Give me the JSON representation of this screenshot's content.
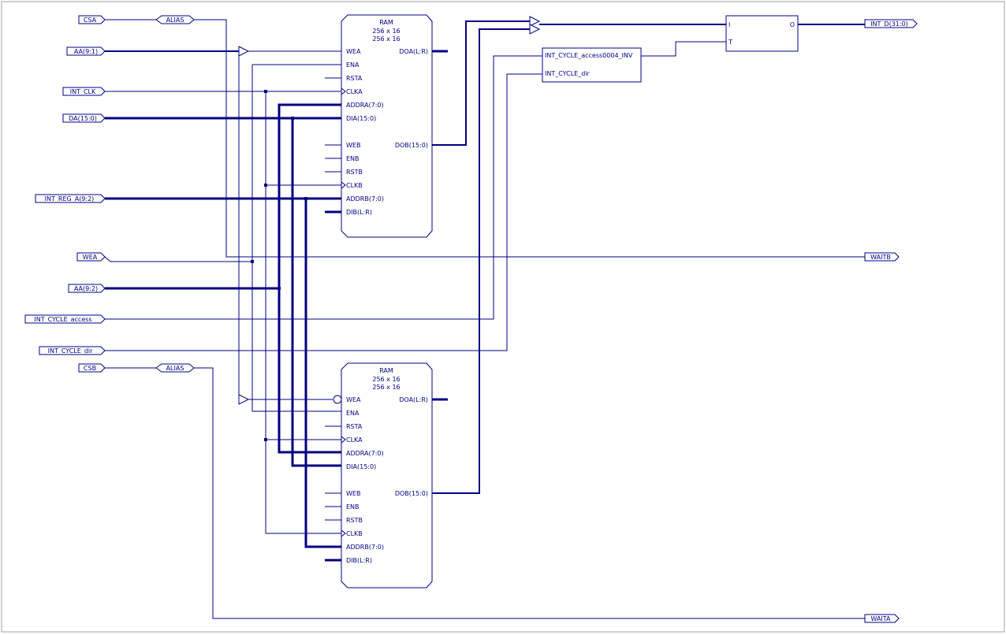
{
  "ports": {
    "csa": "CSA",
    "aa_9_1": "AA(9:1)",
    "int_clk": "INT_CLK",
    "da_15_0": "DA(15:0)",
    "int_reg_a": "INT_REG_A(9:2)",
    "wea": "WEA",
    "aa_9_2": "AA(9:2)",
    "int_cycle_access": "INT_CYCLE_access",
    "int_cycle_dir": "INT_CYCLE_dir",
    "csb": "CSB",
    "int_d": "INT_D(31:0)",
    "waitb": "WAITB",
    "waita": "WAITA"
  },
  "alias_label": "ALIAS",
  "ram": {
    "title": "RAM",
    "size_line1": "256 x 16",
    "size_line2": "256 x 16",
    "pins_left": [
      "WEA",
      "ENA",
      "RSTA",
      "CLKA",
      "ADDRA(7:0)",
      "DIA(15:0)",
      "WEB",
      "ENB",
      "RSTB",
      "CLKB",
      "ADDRB(7:0)",
      "DIB(L:R)"
    ],
    "pin_doa": "DOA(L:R)",
    "pin_dob": "DOB(15:0)"
  },
  "inv_block": {
    "in1": "INT_CYCLE_access0004_INV",
    "in2": "INT_CYCLE_dir"
  },
  "tbuf_block": {
    "pin_i": "I",
    "pin_t": "T",
    "pin_o": "O"
  },
  "colors": {
    "wire": "#000080",
    "background": "#ffffff",
    "border": "#a0a0a0"
  }
}
